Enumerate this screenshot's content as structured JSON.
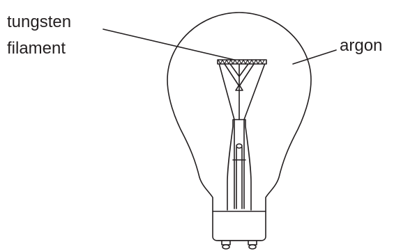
{
  "labels": {
    "filament_line1": "tungsten",
    "filament_line2": "filament",
    "gas": "argon"
  },
  "colors": {
    "ink": "#231f20",
    "background": "#ffffff"
  }
}
